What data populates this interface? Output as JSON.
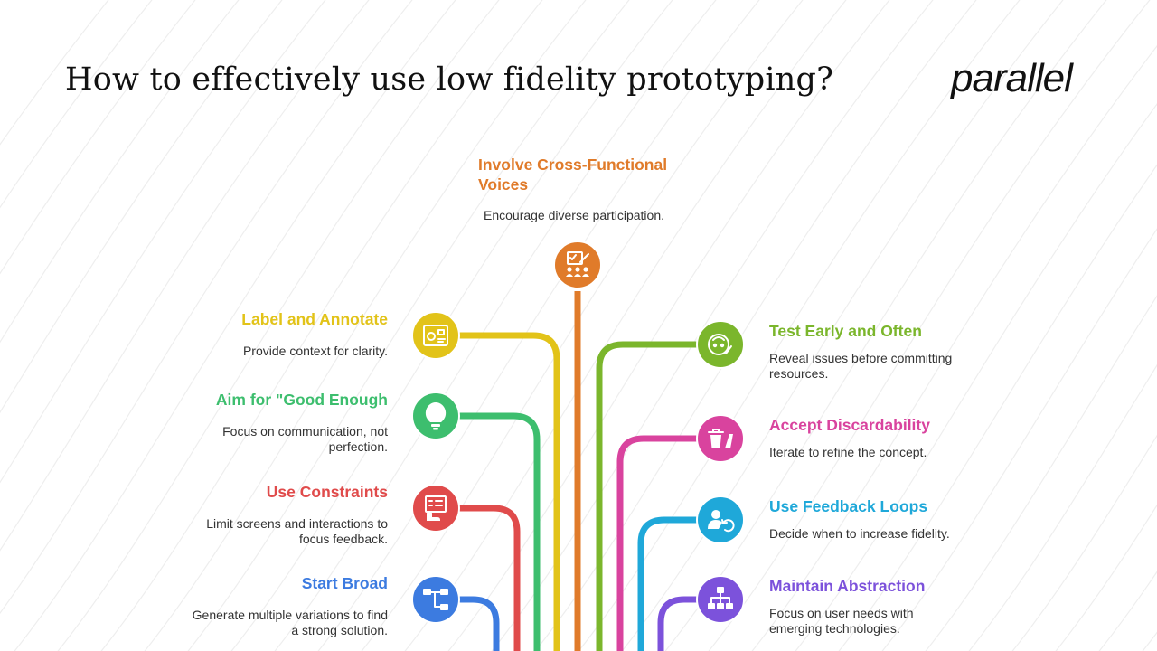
{
  "title": "How to effectively use low fidelity prototyping?",
  "brand": "parallel",
  "center": {
    "title": [
      "Involve Cross-Functional",
      "Voices"
    ],
    "desc": [
      "Encourage diverse participation."
    ],
    "color": "#E07B2A",
    "icon": "team-presentation-icon"
  },
  "left": [
    {
      "title": [
        "Label and Annotate"
      ],
      "desc": [
        "Provide context for clarity."
      ],
      "color": "#E2C319",
      "icon": "annotation-board-icon"
    },
    {
      "title": [
        "Aim for \"Good Enough"
      ],
      "desc": [
        "Focus on communication, not",
        "perfection."
      ],
      "color": "#3DBE6E",
      "icon": "lightbulb-icon"
    },
    {
      "title": [
        "Use Constraints"
      ],
      "desc": [
        "Limit screens and interactions to",
        "focus feedback."
      ],
      "color": "#E04B4B",
      "icon": "list-hand-icon"
    },
    {
      "title": [
        "Start Broad"
      ],
      "desc": [
        "Generate multiple variations to find",
        "a strong solution."
      ],
      "color": "#3C7BE0",
      "icon": "flow-branches-icon"
    }
  ],
  "right": [
    {
      "title": [
        "Test Early and Often"
      ],
      "desc": [
        "Reveal issues before committing",
        "resources."
      ],
      "color": "#7BB62C",
      "icon": "inspector-icon"
    },
    {
      "title": [
        "Accept Discardability"
      ],
      "desc": [
        "Iterate to refine the concept."
      ],
      "color": "#D9439E",
      "icon": "trash-icon"
    },
    {
      "title": [
        "Use Feedback Loops"
      ],
      "desc": [
        "Decide when to increase fidelity."
      ],
      "color": "#1FA8D9",
      "icon": "user-refresh-icon"
    },
    {
      "title": [
        "Maintain Abstraction"
      ],
      "desc": [
        "Focus on user needs with",
        "emerging technologies."
      ],
      "color": "#7C52DB",
      "icon": "hierarchy-icon"
    }
  ]
}
